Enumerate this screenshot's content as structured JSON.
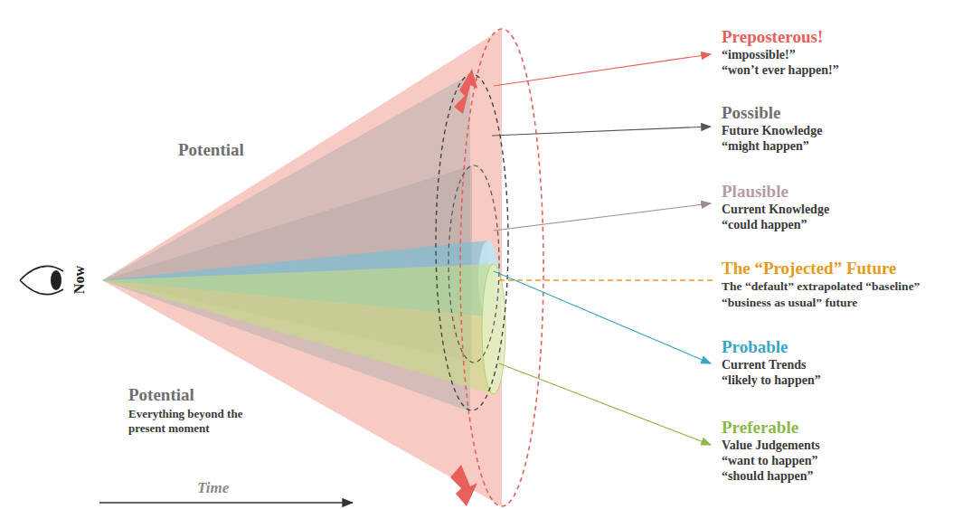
{
  "diagram": {
    "labels": [
      "Preposterous!",
      "“impossible!”",
      "“won’t ever happen!”",
      "Possible",
      "Future Knowledge",
      "“might happen”",
      "Plausible",
      "Current Knowledge",
      "“could happen”",
      "The “Projected” Future",
      "The “default” extrapolated “baseline”",
      "“business as usual” future",
      "Probable",
      "Current Trends",
      "“likely to happen”",
      "Preferable",
      "Value Judgements",
      "“want to happen”",
      "“should happen”",
      "Potential",
      "Potential",
      "Everything beyond the present moment",
      "Now",
      "Time"
    ]
  }
}
